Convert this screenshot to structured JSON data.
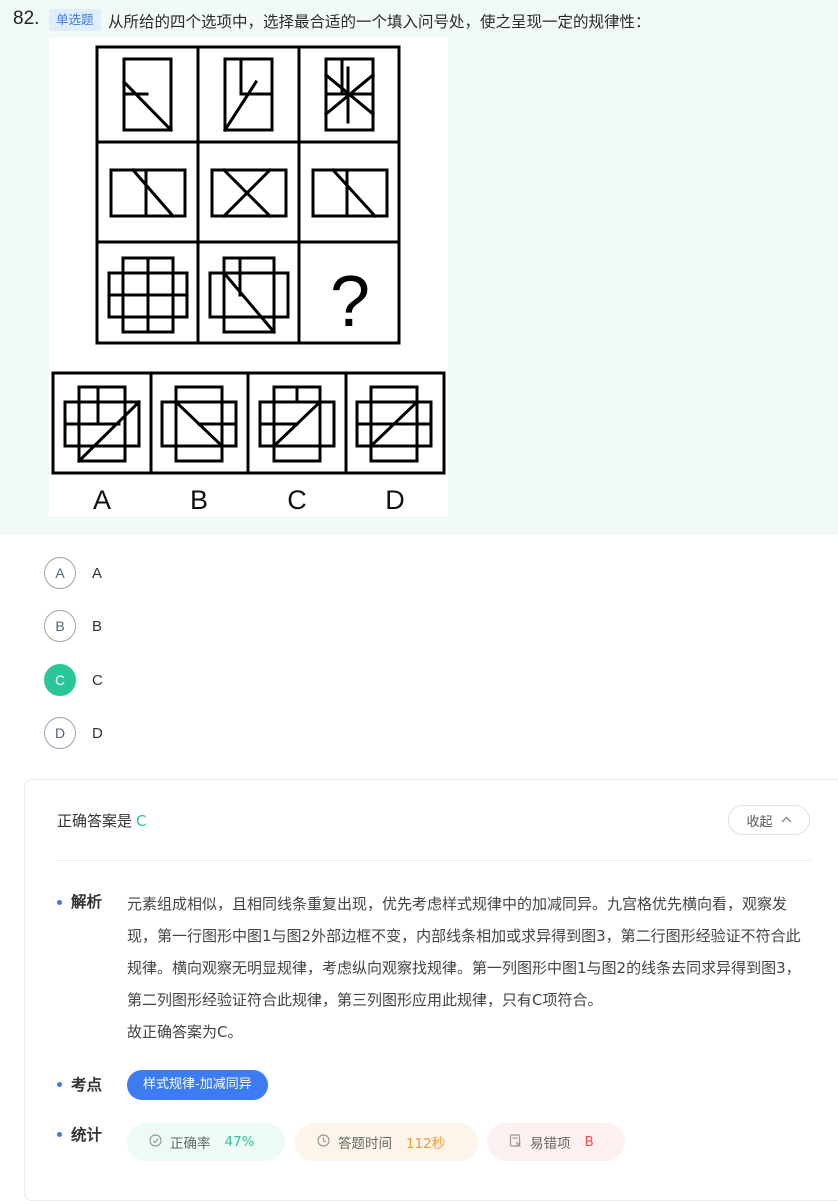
{
  "question": {
    "number": "82.",
    "type_badge": "单选题",
    "text": "从所给的四个选项中，选择最合适的一个填入问号处，使之呈现一定的规律性：",
    "figure": {
      "question_mark": "?",
      "option_labels": [
        "A",
        "B",
        "C",
        "D"
      ]
    }
  },
  "options": [
    {
      "letter": "A",
      "text": "A",
      "selected": false
    },
    {
      "letter": "B",
      "text": "B",
      "selected": false
    },
    {
      "letter": "C",
      "text": "C",
      "selected": true
    },
    {
      "letter": "D",
      "text": "D",
      "selected": false
    }
  ],
  "analysis_card": {
    "answer_prefix": "正确答案是",
    "answer_letter": "C",
    "collapse_label": "收起",
    "sections": {
      "analysis_label": "解析",
      "analysis_text": "元素组成相似，且相同线条重复出现，优先考虑样式规律中的加减同异。九宫格优先横向看，观察发现，第一行图形中图1与图2外部边框不变，内部线条相加或求异得到图3，第二行图形经验证不符合此规律。横向观察无明显规律，考虑纵向观察找规律。第一列图形中图1与图2的线条去同求异得到图3，第二列图形经验证符合此规律，第三列图形应用此规律，只有C项符合。",
      "conclusion_text": "故正确答案为C。",
      "keypoint_label": "考点",
      "keypoint_tag": "样式规律-加减同异",
      "stats_label": "统计"
    },
    "stats": {
      "accuracy_label": "正确率",
      "accuracy_value": "47%",
      "time_label": "答题时间",
      "time_value": "112秒",
      "error_label": "易错项",
      "error_value": "B"
    }
  },
  "colors": {
    "question_band_bg": "#f2faf6",
    "accent_green": "#2ac69a",
    "accent_blue": "#3d7cf0",
    "accent_orange": "#f0992c",
    "accent_red": "#ea5050"
  }
}
